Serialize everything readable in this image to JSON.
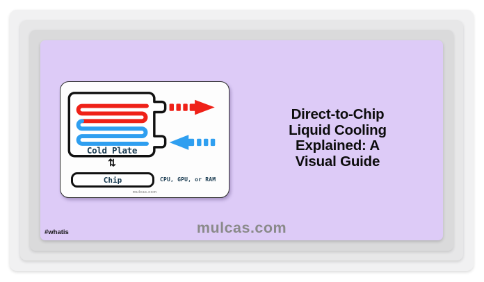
{
  "colors": {
    "hot": "#ef2118",
    "cold": "#2f9ff0",
    "panel_purple": "#ddcbf7",
    "ink": "#111111",
    "label_navy": "#16384e",
    "watermark_gray": "#8a8a8a"
  },
  "icons": {
    "hot_flow": "dashed-arrow-right-icon",
    "cold_flow": "dashed-arrow-left-icon",
    "heat_exchange": "up-down-arrows"
  },
  "diagram": {
    "cold_plate_label": "Cold Plate",
    "exchange_symbol": "⇅",
    "chip_label": "Chip",
    "chip_caption": "CPU, GPU, or RAM",
    "watermark": "mulcas.com"
  },
  "title": {
    "lines": [
      "Direct-to-Chip",
      "Liquid Cooling",
      "Explained: A",
      "Visual Guide"
    ]
  },
  "footer": {
    "site": "mulcas.com",
    "hashtag": "#whatis"
  }
}
